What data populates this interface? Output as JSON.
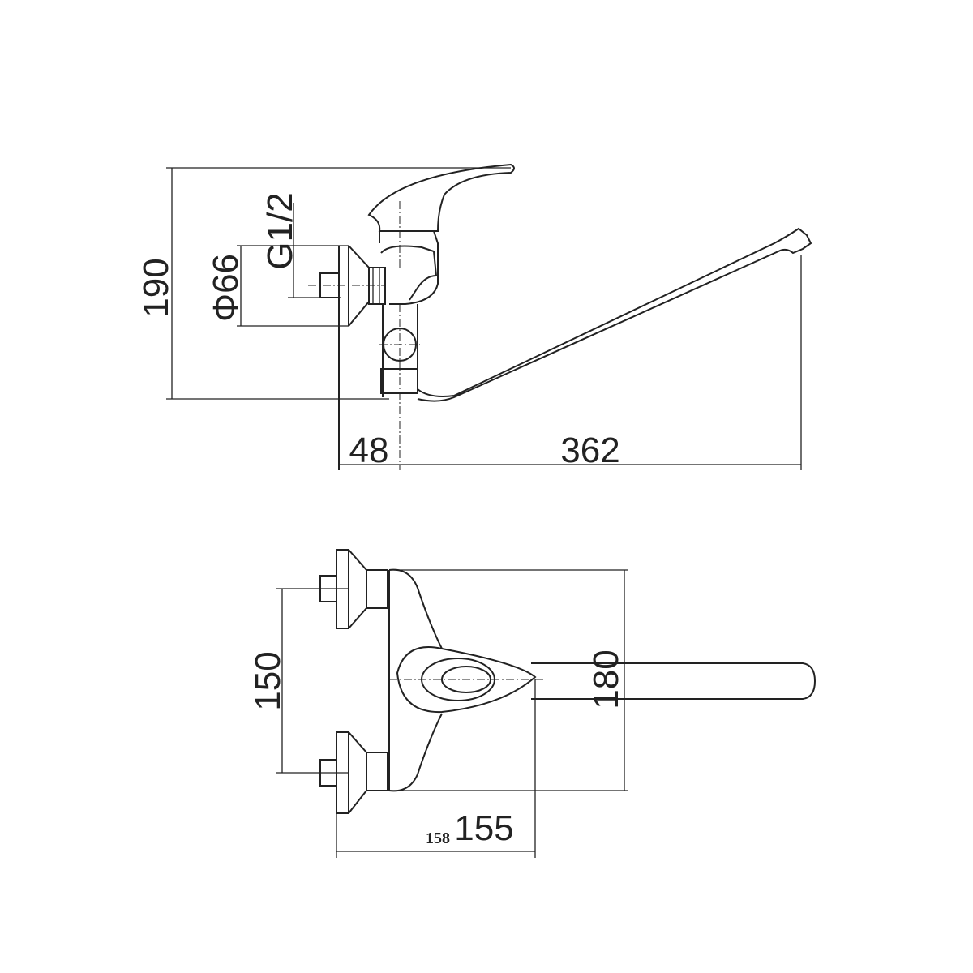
{
  "side_view": {
    "height_label": "190",
    "diameter_label": "Φ66",
    "thread_label": "G1/2",
    "offset_label": "48",
    "reach_label": "362"
  },
  "top_view": {
    "spacing_label": "150",
    "width_label": "180",
    "alt_depth_label": "158",
    "depth_label": "155"
  }
}
